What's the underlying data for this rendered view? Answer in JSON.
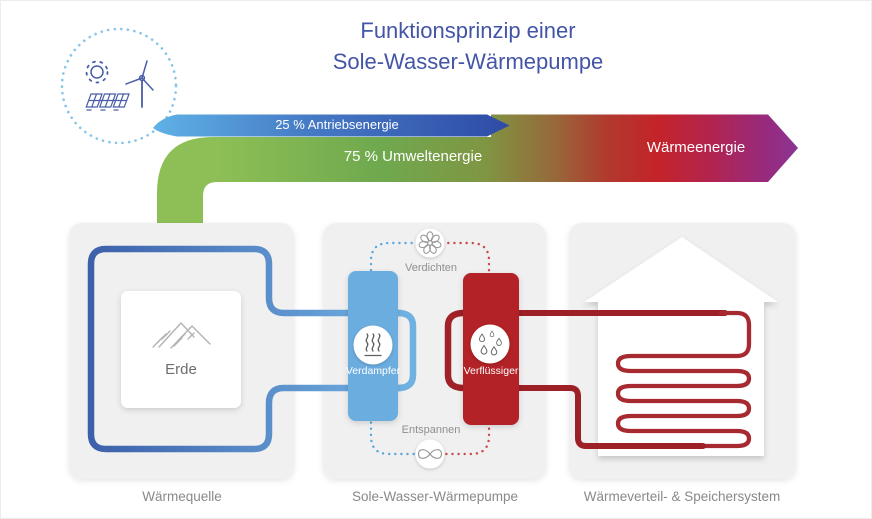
{
  "title": {
    "line1": "Funktionsprinzip einer",
    "line2": "Sole-Wasser-Wärmepumpe",
    "color": "#4355a6"
  },
  "energy_flow": {
    "drive": {
      "label": "25 % Antriebsenergie",
      "color_start": "#5fb2e6",
      "color_end": "#2e4ba6"
    },
    "environment": {
      "label": "75 % Umweltenergie",
      "color": "#8ebf56"
    },
    "heat": {
      "label": "Wärmeenergie",
      "color_red": "#c42329",
      "color_purple": "#8c3494"
    }
  },
  "source_badge": {
    "icons": [
      "sun-icon",
      "solar-panels-icon",
      "wind-turbine-icon"
    ],
    "dot_color": "#85c4ea",
    "icon_color": "#4a5da8"
  },
  "panels": {
    "heat_source": {
      "caption": "Wärmequelle",
      "card": {
        "label": "Erde",
        "icon": "mountains-icon"
      },
      "pipe_color_dark": "#3d60aa",
      "pipe_color_light": "#72b5e5"
    },
    "heat_pump": {
      "caption": "Sole-Wasser-Wärmepumpe",
      "compressor": {
        "label": "Verdichten",
        "icon": "fan-icon"
      },
      "evaporator": {
        "label": "Verdampfer",
        "icon": "steam-icon",
        "color": "#6cade0"
      },
      "condenser": {
        "label": "Verflüssiger",
        "icon": "droplets-icon",
        "color": "#b22028"
      },
      "expansion": {
        "label": "Entspannen",
        "icon": "expansion-valve-icon"
      },
      "loop_blue": "#5ba9dc",
      "loop_red": "#c84b50"
    },
    "distribution": {
      "caption": "Wärmeverteil- & Speichersystem",
      "icon": "house-icon",
      "coil_color": "#a62a30",
      "pipe_color": "#9d2027"
    }
  }
}
